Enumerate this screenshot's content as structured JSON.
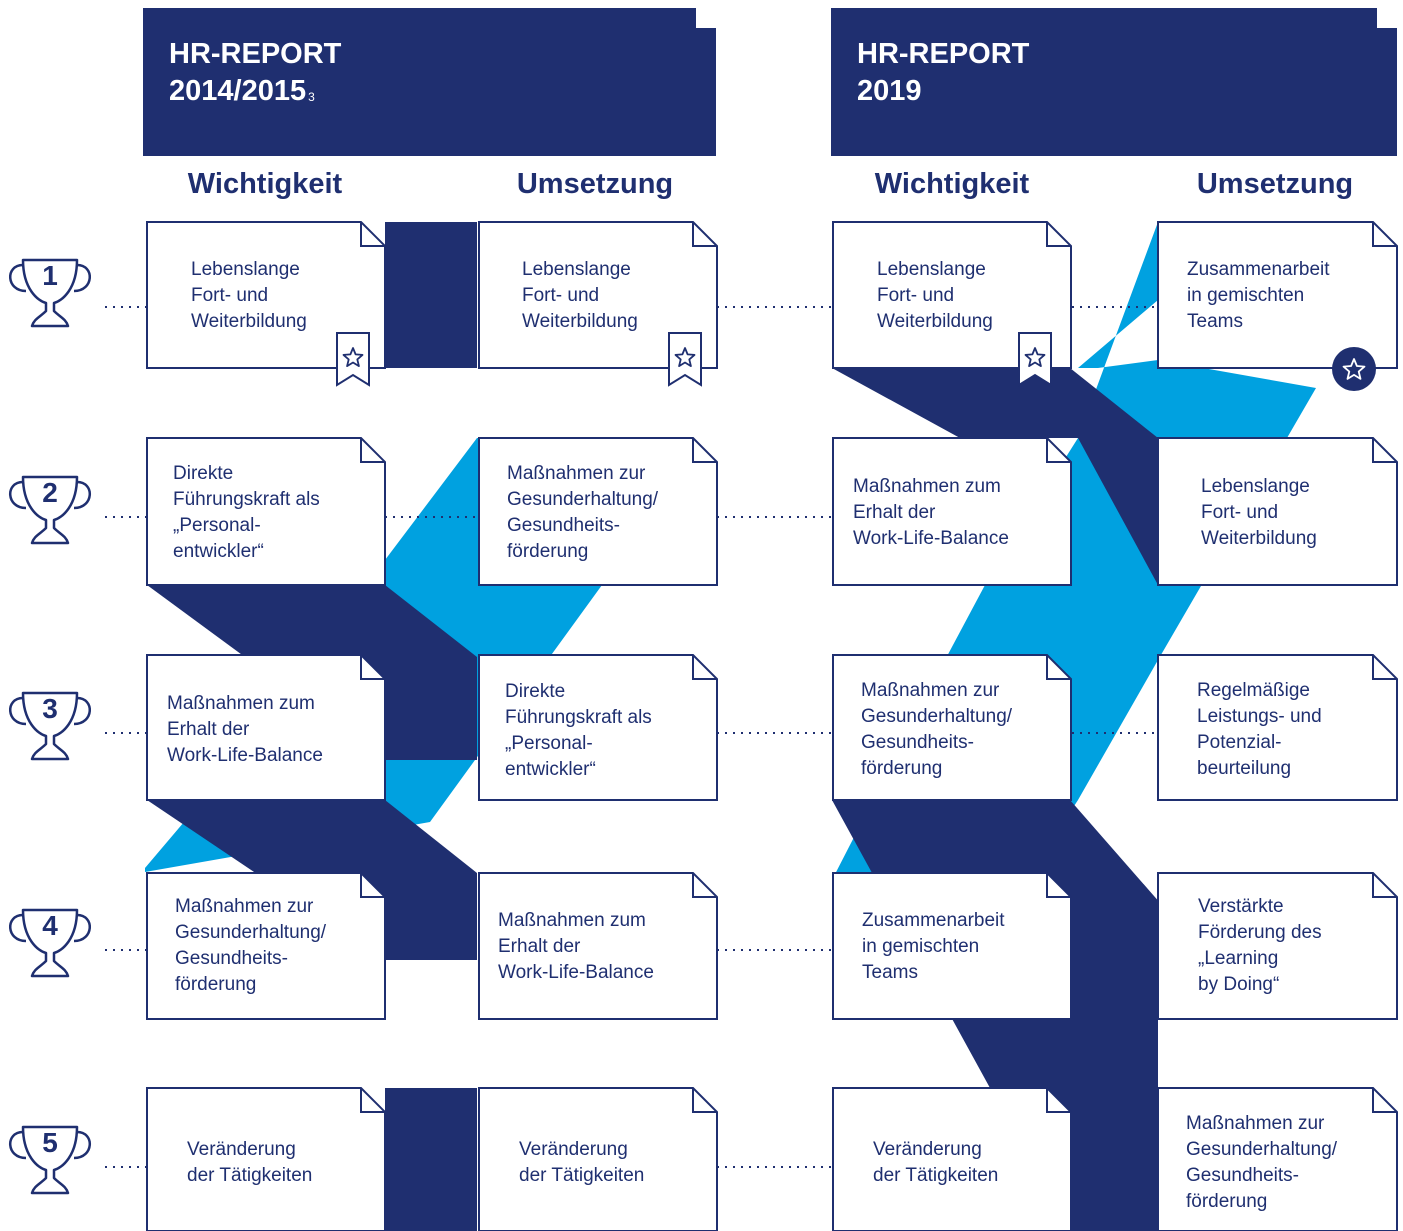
{
  "reports": [
    {
      "title": "HR-REPORT",
      "years": "2014/2015",
      "footnote": "3",
      "columns": [
        "Wichtigkeit",
        "Umsetzung"
      ]
    },
    {
      "title": "HR-REPORT",
      "years": "2019",
      "footnote": "",
      "columns": [
        "Wichtigkeit",
        "Umsetzung"
      ]
    }
  ],
  "ranks": [
    "1",
    "2",
    "3",
    "4",
    "5"
  ],
  "cards": {
    "r2015_wichtigkeit": [
      "Lebenslange\nFort- und\nWeiterbildung",
      "Direkte\nFührungskraft als\n„Personal-\nentwickler“",
      "Maßnahmen zum\nErhalt der\nWork-Life-Balance",
      "Maßnahmen zur\nGesunderhaltung/\nGesundheits-\nförderung",
      "Veränderung\nder Tätigkeiten"
    ],
    "r2015_umsetzung": [
      "Lebenslange\nFort- und\nWeiterbildung",
      "Maßnahmen zur\nGesunderhaltung/\nGesundheits-\nförderung",
      "Direkte\nFührungskraft als\n„Personal-\nentwickler“",
      "Maßnahmen zum\nErhalt der\nWork-Life-Balance",
      "Veränderung\nder Tätigkeiten"
    ],
    "r2019_wichtigkeit": [
      "Lebenslange\nFort- und\nWeiterbildung",
      "Maßnahmen zum\nErhalt der\nWork-Life-Balance",
      "Maßnahmen zur\nGesunderhaltung/\nGesundheits-\nförderung",
      "Zusammenarbeit\nin gemischten\nTeams",
      "Veränderung\nder Tätigkeiten"
    ],
    "r2019_umsetzung": [
      "Zusammenarbeit\nin gemischten\nTeams",
      "Lebenslange\nFort- und\nWeiterbildung",
      "Regelmäßige\nLeistungs- und\nPotenzial-\nbeurteilung",
      "Verstärkte\nFörderung des\n„Learning\nby Doing“",
      "Maßnahmen zur\nGesunderhaltung/\nGesundheits-\nförderung"
    ]
  },
  "colors": {
    "navy": "#1f2f70",
    "cyan": "#00a1e0",
    "white": "#ffffff"
  },
  "icons": {
    "rank": "trophy-icon",
    "top_rank_marker": "star-ribbon-icon",
    "top_rank_new": "star-badge-icon"
  }
}
